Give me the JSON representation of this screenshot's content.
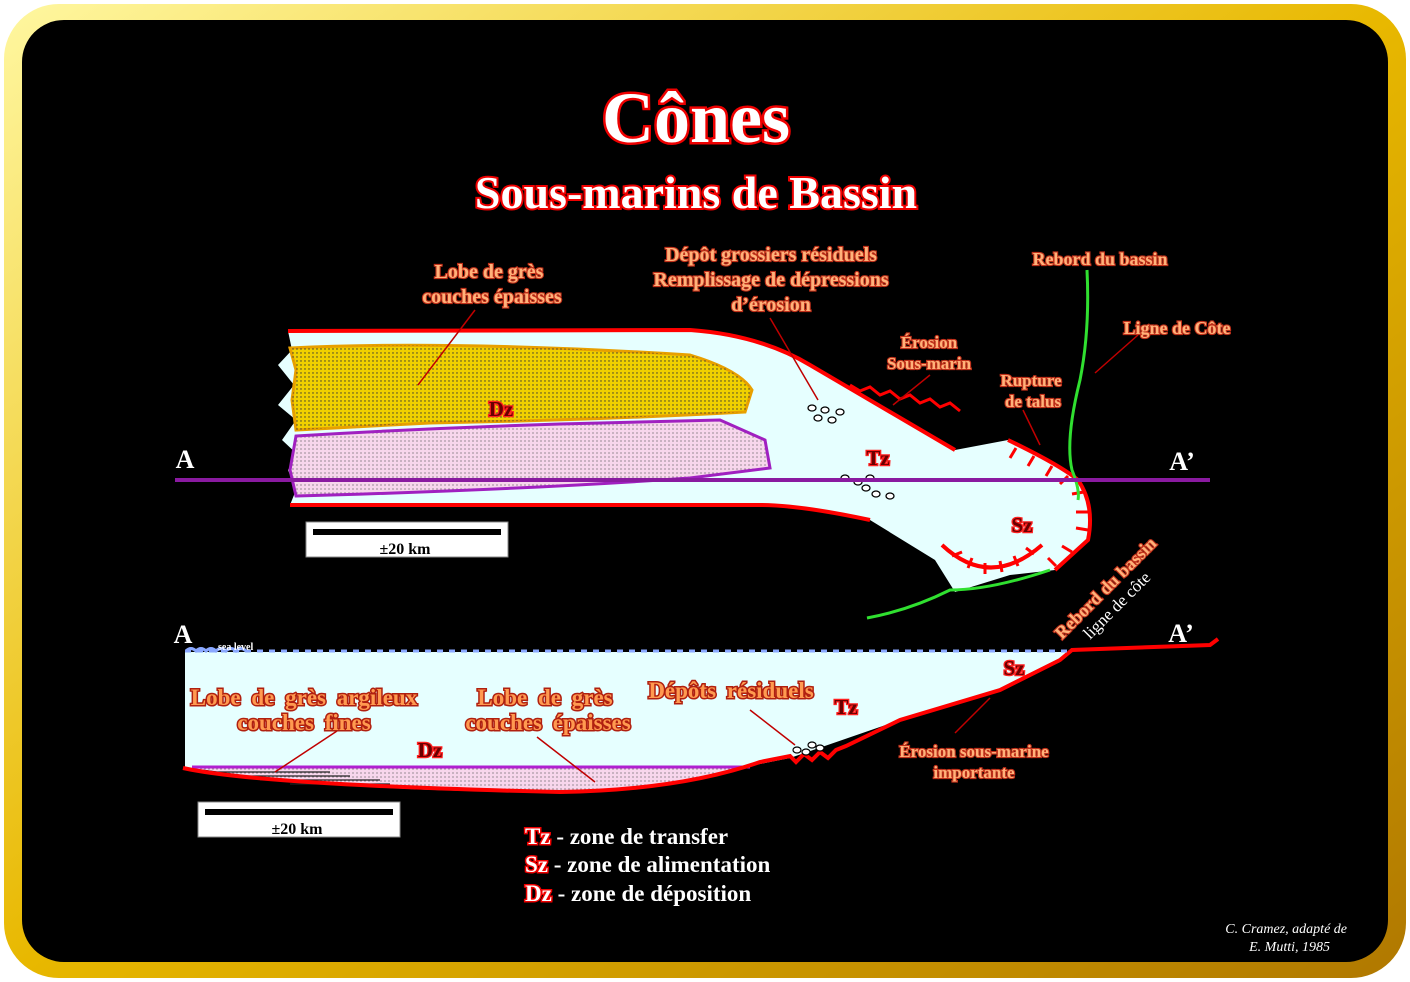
{
  "title": "Cônes",
  "subtitle": "Sous-marins de Bassin",
  "plan_view": {
    "labels": {
      "lobe": [
        "Lobe de grès",
        "couches épaisses"
      ],
      "depot": [
        "Dépôt grossiers résiduels",
        "Remplissage de dépressions",
        "d’érosion"
      ],
      "rebord": "Rebord du bassin",
      "ligne": "Ligne de Côte",
      "erosion": [
        "Érosion",
        "Sous-marin"
      ],
      "rupture": [
        "Rupture",
        "de talus"
      ]
    },
    "zones": {
      "dz": "Dz",
      "tz": "Tz",
      "sz": "Sz"
    },
    "section_start": "A",
    "section_end": "A’",
    "scale": "±20 km"
  },
  "cross_section": {
    "section_start": "A",
    "section_end": "A’",
    "sea_level": "sea level",
    "labels": {
      "lobe_argileux": [
        "Lobe de grès argileux",
        "couches fines"
      ],
      "lobe_epais": [
        "Lobe de grès",
        "couches épaisses"
      ],
      "depots": "Dépôts résiduels",
      "erosion": [
        "Érosion sous-marine",
        "importante"
      ],
      "rebord": "Rebord du bassin",
      "ligne": "ligne de côte"
    },
    "zones": {
      "dz": "Dz",
      "tz": "Tz",
      "sz": "Sz"
    },
    "scale": "±20 km"
  },
  "legend": [
    {
      "key": "Tz",
      "text": " - zone de transfer"
    },
    {
      "key": "Sz",
      "text": " - zone de alimentation"
    },
    {
      "key": "Dz",
      "text": " - zone de déposition"
    }
  ],
  "credit": [
    "C. Cramez, adapté de",
    "E. Mutti, 1985"
  ],
  "colors": {
    "water": "#e6ffff",
    "lobe_yellow": "#f0d000",
    "lobe_pink": "#f7d6ec",
    "boundary": "#ff0000",
    "section_line": "#8a1aa0",
    "coast": "#30e030"
  }
}
